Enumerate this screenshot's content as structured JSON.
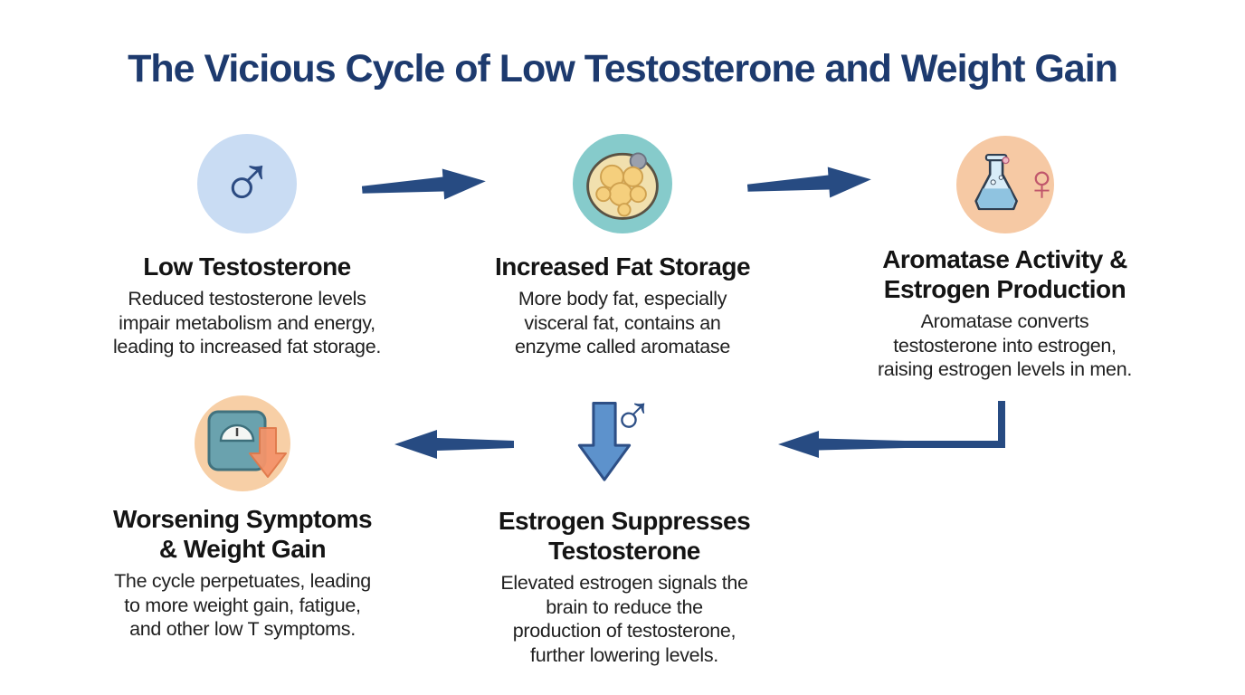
{
  "title": "The Vicious Cycle of Low Testosterone and Weight Gain",
  "colors": {
    "title_navy": "#1d3a6e",
    "arrow_navy": "#274b82",
    "icon1_bg": "#c9dcf3",
    "icon2_bg": "#86cbcb",
    "icon3_bg": "#f6c9a4",
    "icon5_bg": "#f7cfa6",
    "heading_text": "#141414",
    "body_text": "#1f1f1f"
  },
  "nodes": [
    {
      "id": "low-testosterone",
      "icon": "male-symbol-icon",
      "heading": "Low Testosterone",
      "body": "Reduced testosterone levels\nimpair metabolism and energy,\nleading to increased fat storage."
    },
    {
      "id": "increased-fat-storage",
      "icon": "fat-cell-icon",
      "heading": "Increased Fat Storage",
      "body": "More body fat, especially\nvisceral fat, contains an\nenzyme called aromatase"
    },
    {
      "id": "aromatase-activity",
      "icon": "flask-female-symbol-icon",
      "heading": "Aromatase Activity &\nEstrogen Production",
      "body": "Aromatase converts\ntestosterone into estrogen,\nraising estrogen levels in men."
    },
    {
      "id": "estrogen-suppresses-testosterone",
      "icon": "down-arrow-male-symbol-icon",
      "heading": "Estrogen Suppresses\nTestosterone",
      "body": "Elevated estrogen signals the\nbrain to reduce the\nproduction of testosterone,\nfurther lowering levels."
    },
    {
      "id": "worsening-symptoms",
      "icon": "weight-scale-down-arrow-icon",
      "heading": "Worsening Symptoms\n& Weight Gain",
      "body": "The cycle perpetuates, leading\nto more weight gain, fatigue,\nand other low T symptoms."
    }
  ],
  "glyphs": {
    "male": "♂",
    "female": "♀"
  },
  "arrows": [
    {
      "id": "arrow-right-1"
    },
    {
      "id": "arrow-right-2"
    },
    {
      "id": "elbow-arrow-left"
    },
    {
      "id": "arrow-left-bottom"
    }
  ]
}
